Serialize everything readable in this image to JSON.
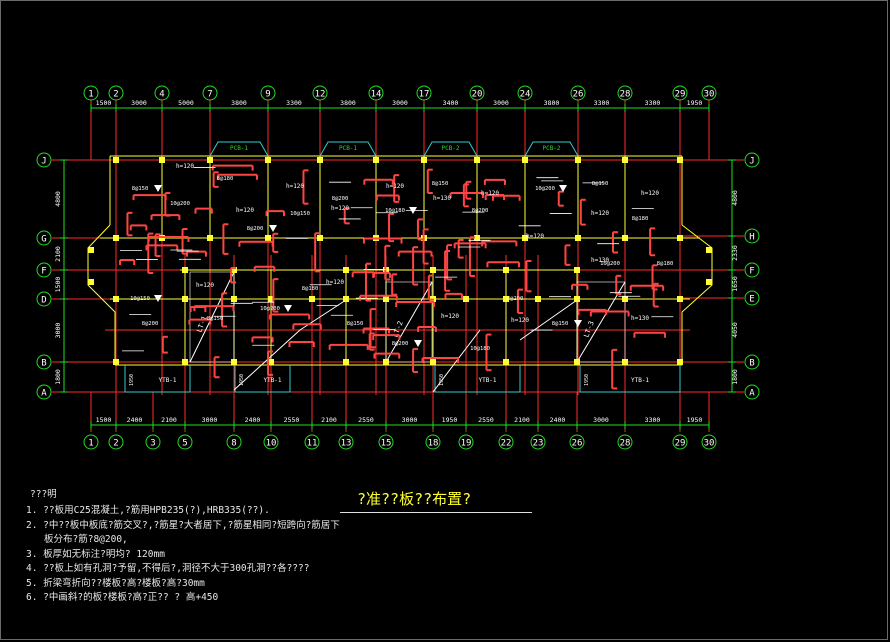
{
  "drawing": {
    "title": "?准??板??布置?",
    "notes_title": "???明",
    "notes": [
      "1. ??板用C25混凝土,?筋用HPB235(?),HRB335(??).",
      "2. ?中??板中板底?筋交叉?,?筋星?大者居下,?筋星相同?短跨向?筋居下",
      "板分布?筋?8@200,",
      "3. 板厚如无标注?明均? 120mm",
      "4. ??板上如有孔洞?予留,不得后?,洞径不大于300孔洞??各????",
      "5. 折梁弯折向??楼板?高?楼板?高?30mm",
      "6. ?中画斜?的板?楼板?高?正?? ? 高+450"
    ],
    "top_axes": [
      "1",
      "2",
      "4",
      "7",
      "9",
      "12",
      "14",
      "17",
      "20",
      "24",
      "26",
      "28",
      "29",
      "30"
    ],
    "top_dims": [
      "1500",
      "3000",
      "5000",
      "3800",
      "3300",
      "3800",
      "3000",
      "3400",
      "3000",
      "3800",
      "3300",
      "3300",
      "1950"
    ],
    "bottom_axes": [
      "1",
      "2",
      "3",
      "5",
      "8",
      "10",
      "11",
      "13",
      "15",
      "18",
      "19",
      "22",
      "23",
      "26",
      "28",
      "29",
      "30"
    ],
    "bottom_dims": [
      "1500",
      "2400",
      "2100",
      "3000",
      "2400",
      "2550",
      "2100",
      "2550",
      "3000",
      "1950",
      "2550",
      "2100",
      "2400",
      "3000",
      "3300",
      "1950"
    ],
    "left_axes": [
      "J",
      "G",
      "F",
      "D",
      "B",
      "A"
    ],
    "left_dims": [
      "4800",
      "2100",
      "1500",
      "3000",
      "1800"
    ],
    "right_axes": [
      "J",
      "H",
      "F",
      "E",
      "B",
      "A"
    ],
    "right_dims": [
      "4800",
      "2330",
      "1650",
      "4050",
      "1800"
    ],
    "slab_tags": [
      "h=120",
      "h=120",
      "h=120",
      "h=120",
      "h=120",
      "h=130",
      "h=120",
      "h=120",
      "h=120",
      "h=120",
      "h=120",
      "h=120",
      "h=120",
      "h=120",
      "h=130",
      "h=130"
    ],
    "stair_tags": [
      "LT-1",
      "LT-2",
      "LT-3"
    ],
    "pcb_tags": [
      "PCB-1",
      "PCB-1",
      "PCB-2",
      "PCB-2"
    ],
    "bay_tags": [
      "YTB-1",
      "YTB-1",
      "YTB-1",
      "YTB-1"
    ],
    "ytb_dims": [
      "1950",
      "1950",
      "1950",
      "1950"
    ],
    "rebar_labels": [
      "8@150",
      "10@200",
      "8@180",
      "8@200",
      "10@150",
      "8@200",
      "10@180",
      "8@150",
      "8@200",
      "10@200",
      "8@150",
      "8@180",
      "10@150",
      "8@200",
      "8@150",
      "10@200",
      "8@180",
      "8@150",
      "8@200",
      "10@180",
      "8@200",
      "8@150",
      "10@200",
      "8@180"
    ],
    "colors": {
      "grid": "#ff2a2a",
      "dimension": "#22dd22",
      "wall": "#ffff33",
      "column": "#ffff33",
      "rebar_top": "#ff4444",
      "rebar_bottom": "#ffffff",
      "text": "#ffffff",
      "bay": "#33cccc",
      "note_text": "#e8e8e8",
      "title": "#ffff33"
    }
  }
}
